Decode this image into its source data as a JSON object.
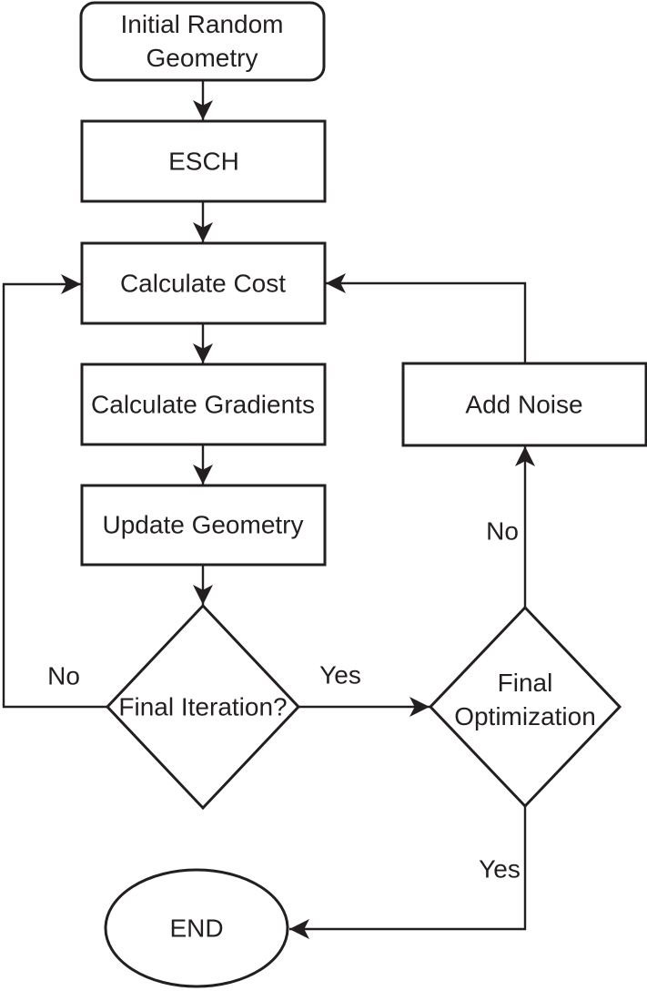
{
  "diagram": {
    "type": "flowchart",
    "background": "#ffffff",
    "ink_color": "#231f20"
  },
  "nodes": {
    "initial_random_geometry": {
      "shape": "rounded-rect",
      "line1": "Initial Random",
      "line2": "Geometry"
    },
    "esch": {
      "shape": "rect",
      "label": "ESCH"
    },
    "calculate_cost": {
      "shape": "rect",
      "label": "Calculate Cost"
    },
    "calculate_gradients": {
      "shape": "rect",
      "label": "Calculate Gradients"
    },
    "update_geometry": {
      "shape": "rect",
      "label": "Update Geometry"
    },
    "final_iteration": {
      "shape": "diamond",
      "label": "Final Iteration?"
    },
    "final_optimization": {
      "shape": "diamond",
      "line1": "Final",
      "line2": "Optimization"
    },
    "add_noise": {
      "shape": "rect",
      "label": "Add Noise"
    },
    "end": {
      "shape": "ellipse",
      "label": "END"
    }
  },
  "edges": {
    "start_to_esch": {
      "from": "initial_random_geometry",
      "to": "esch",
      "label": ""
    },
    "esch_to_calculate_cost": {
      "from": "esch",
      "to": "calculate_cost",
      "label": ""
    },
    "calculate_cost_to_calculate_gradients": {
      "from": "calculate_cost",
      "to": "calculate_gradients",
      "label": ""
    },
    "calculate_gradients_to_update_geometry": {
      "from": "calculate_gradients",
      "to": "update_geometry",
      "label": ""
    },
    "update_geometry_to_final_iteration": {
      "from": "update_geometry",
      "to": "final_iteration",
      "label": ""
    },
    "final_iteration_no_to_calculate_cost": {
      "from": "final_iteration",
      "to": "calculate_cost",
      "label": "No"
    },
    "final_iteration_yes_to_final_optimization": {
      "from": "final_iteration",
      "to": "final_optimization",
      "label": "Yes"
    },
    "final_optimization_no_to_add_noise": {
      "from": "final_optimization",
      "to": "add_noise",
      "label": "No"
    },
    "add_noise_to_calculate_cost": {
      "from": "add_noise",
      "to": "calculate_cost",
      "label": ""
    },
    "final_optimization_yes_to_end": {
      "from": "final_optimization",
      "to": "end",
      "label": "Yes"
    }
  }
}
